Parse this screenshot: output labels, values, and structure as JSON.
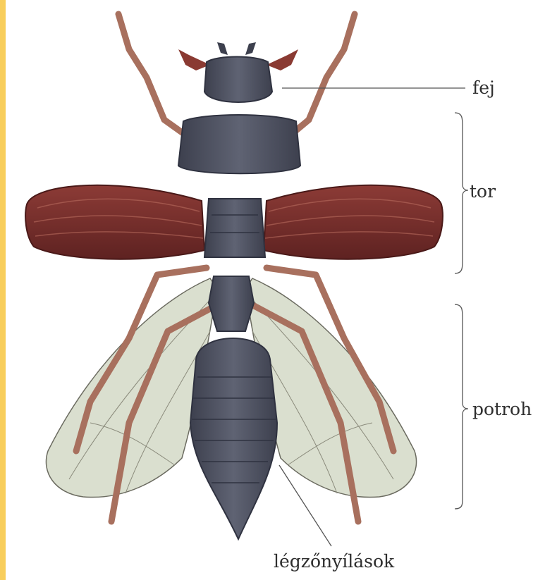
{
  "colors": {
    "border": "#f8ce5c",
    "background": "#ffffff",
    "body": "#4b4f5e",
    "elytra": "#7b2f2c",
    "legs": "#a8705e",
    "wings": "#d4d9c7"
  },
  "labels": {
    "head": "fej",
    "thorax": "tor",
    "abdomen": "potroh",
    "spiracles": "légzőnyílások"
  }
}
